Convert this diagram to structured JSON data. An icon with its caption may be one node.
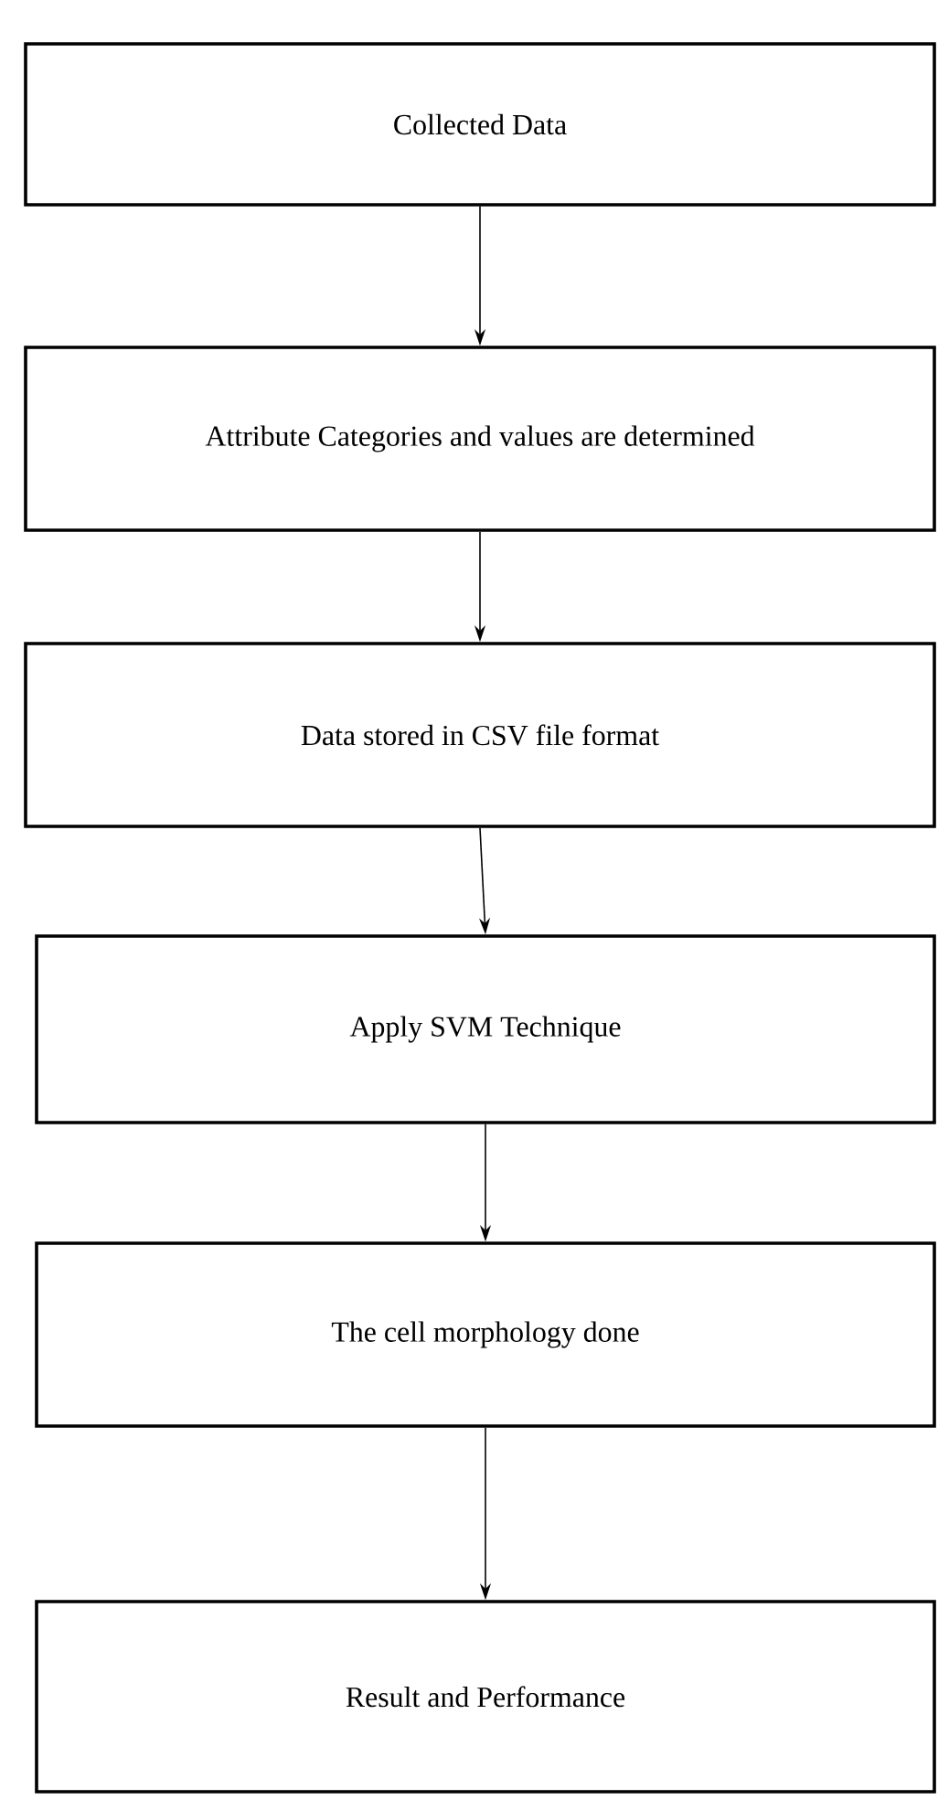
{
  "diagram": {
    "nodes": [
      {
        "text": [
          "Collected Data"
        ]
      },
      {
        "text": [
          "Attribute Categories and values are determined"
        ]
      },
      {
        "text": [
          "Data stored in CSV file format"
        ]
      },
      {
        "text": [
          "Apply SVM Technique"
        ]
      },
      {
        "text": [
          "The cell morphology done"
        ]
      },
      {
        "text": [
          "Result and Performance"
        ]
      }
    ],
    "edges": [
      {
        "from": 0,
        "to": 1,
        "arrow": "to"
      },
      {
        "from": 1,
        "to": 2,
        "arrow": "to"
      },
      {
        "from": 2,
        "to": 3,
        "arrow": "to"
      },
      {
        "from": 3,
        "to": 4,
        "arrow": "to"
      },
      {
        "from": 4,
        "to": 5,
        "arrow": "to"
      }
    ]
  }
}
